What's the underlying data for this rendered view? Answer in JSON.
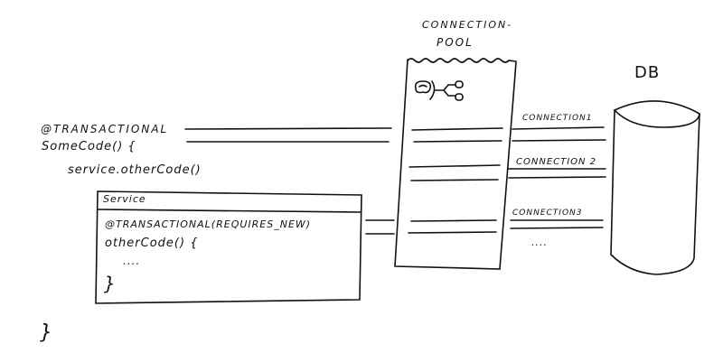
{
  "caller": {
    "annotation": "@TRANSACTIONAL",
    "method_signature": "SomeCode() {",
    "call": "service.otherCode()",
    "closing_brace": "}"
  },
  "service_box": {
    "title": "Service",
    "annotation": "@TRANSACTIONAL(REQUIRES_NEW)",
    "method_signature": "otherCode() {",
    "body": "....",
    "closing_brace": "}"
  },
  "connection_pool": {
    "title_line1": "CONNECTION-",
    "title_line2": "POOL",
    "icon": "plug-connector-icon"
  },
  "connections": [
    {
      "label": "CONNECTION1"
    },
    {
      "label": "CONNECTION 2"
    },
    {
      "label": "CONNECTION3"
    }
  ],
  "more_connections": "....",
  "database": {
    "label": "DB",
    "icon": "database-cylinder-icon"
  },
  "colors": {
    "ink": "#111111",
    "paper": "#ffffff"
  }
}
